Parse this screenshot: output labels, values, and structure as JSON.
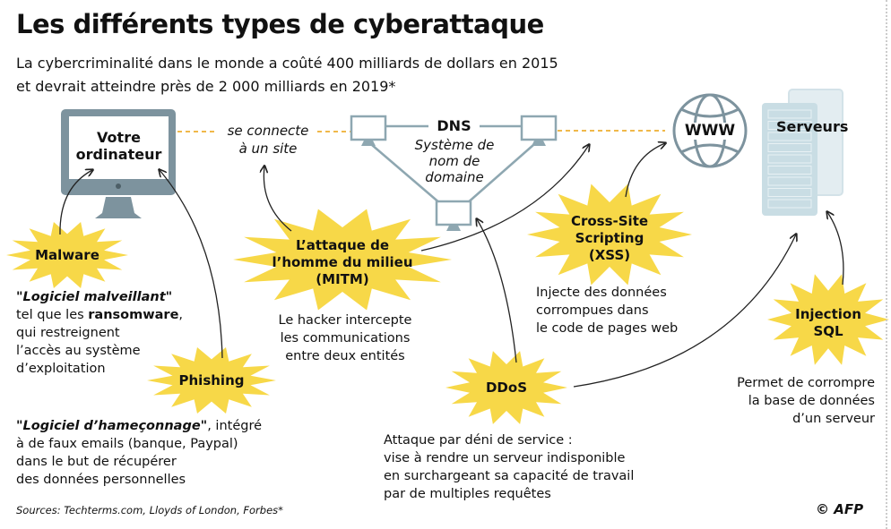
{
  "title": "Les différents types de cyberattaque",
  "subtitle": [
    "La cybercriminalité dans le monde a coûté 400 milliards de dollars en 2015",
    "et devrait atteindre près de 2 000 milliards en 2019*"
  ],
  "computer": {
    "line1": "Votre",
    "line2": "ordinateur"
  },
  "connect": {
    "line1": "se connecte",
    "line2": "à un site"
  },
  "dns": {
    "label": "DNS",
    "desc1": "Système de",
    "desc2": "nom de",
    "desc3": "domaine"
  },
  "www": "WWW",
  "servers": "Serveurs",
  "attacks": {
    "malware": {
      "label": "Malware",
      "desc_quote": "\"Logiciel malveillant\"",
      "desc2a": "tel que les ",
      "desc2b": "ransomware",
      "desc2c": ",",
      "desc3": "qui restreignent",
      "desc4": "l’accès au système",
      "desc5": "d’exploitation"
    },
    "phishing": {
      "label": "Phishing",
      "desc_quote": "\"Logiciel d’hameçonnage\"",
      "desc1b": ", intégré",
      "desc2": "à de faux emails (banque, Paypal)",
      "desc3": "dans le but de récupérer",
      "desc4": "des données personnelles"
    },
    "mitm": {
      "line1": "L’attaque de",
      "line2": "l’homme du milieu",
      "line3": "(MITM)",
      "desc1": "Le hacker intercepte",
      "desc2": "les communications",
      "desc3": "entre deux entités"
    },
    "xss": {
      "line1": "Cross-Site",
      "line2": "Scripting",
      "line3": "(XSS)",
      "desc1": "Injecte des données",
      "desc2": "corrompues dans",
      "desc3": "le code de pages web"
    },
    "ddos": {
      "label": "DDoS",
      "desc1": "Attaque par déni de service :",
      "desc2": "vise à rendre un serveur indisponible",
      "desc3": "en surchargeant sa capacité de travail",
      "desc4": "par de multiples requêtes"
    },
    "sql": {
      "line1": "Injection",
      "line2": "SQL",
      "desc1": "Permet de corrompre",
      "desc2": "la base de données",
      "desc3": "d’un serveur"
    }
  },
  "sources": "Sources: Techterms.com, Lloyds of London, Forbes*",
  "credit": "© AFP",
  "colors": {
    "burst": "#f7d848",
    "device": "#7d939e",
    "server": "#c9dde4",
    "dash": "#f0b84a"
  }
}
